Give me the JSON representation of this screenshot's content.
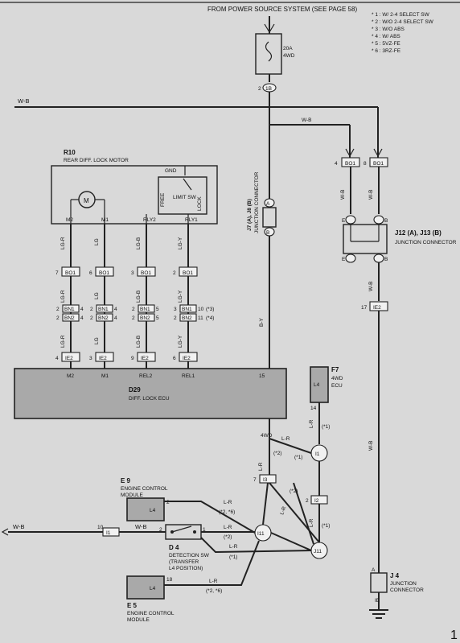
{
  "header": {
    "power_source": "FROM POWER SOURCE SYSTEM (SEE PAGE 58)"
  },
  "notes": [
    "* 1 : W/ 2-4 SELECT SW",
    "* 2 : W/O 2-4 SELECT SW",
    "* 3 : W/O ABS",
    "* 4 : W/ ABS",
    "* 5 : 5VZ-FE",
    "* 6 : 3RZ-FE"
  ],
  "fuse": {
    "rating": "20A",
    "name": "4WD"
  },
  "top_junction": {
    "pin": "2",
    "id": "1B"
  },
  "motor": {
    "id": "R10",
    "name": "REAR DIFF. LOCK MOTOR",
    "gnd": "GND",
    "limit_sw": "LIMIT SW",
    "free": "FREE",
    "lock": "LOCK",
    "symbol": "M",
    "pins": [
      "M2",
      "M1",
      "RLY2",
      "RLY1"
    ]
  },
  "wires": {
    "lg_r": "LG-R",
    "lg": "LG",
    "lg_b": "LG-B",
    "lg_y": "LG-Y",
    "w_b": "W-B",
    "b_y": "B-Y",
    "l_r": "L-R"
  },
  "rows": {
    "bo1": {
      "id": "BO1",
      "pins": [
        "7",
        "6",
        "3",
        "2"
      ],
      "right_pins": [
        "4",
        "8"
      ]
    },
    "bn": {
      "id1": "BN1",
      "id2": "BN2",
      "left": [
        "2",
        "2",
        "2",
        "2",
        "2",
        "2",
        "3",
        "2"
      ],
      "right": [
        "4",
        "4",
        "4",
        "4",
        "5",
        "5",
        "10",
        "11"
      ],
      "marks": [
        "(*3)",
        "(*4)"
      ]
    },
    "ie2": {
      "id": "IE2",
      "pins": [
        "4",
        "3",
        "9",
        "6"
      ],
      "right_pin": "17"
    }
  },
  "junction_left": {
    "label": "J7 (A), J8 (B)",
    "caption": "JUNCTION CONNECTOR",
    "a": "A",
    "b": "B"
  },
  "junction_right": {
    "label": "J12 (A), J13 (B)",
    "caption": "JUNCTION CONNECTOR",
    "e": "E",
    "b": "B"
  },
  "ecu": {
    "id": "D29",
    "name": "DIFF. LOCK ECU",
    "pins": [
      "M2",
      "M1",
      "REL2",
      "REL1",
      "4WD"
    ],
    "pin_nums": [
      "15",
      "4WD"
    ]
  },
  "f7": {
    "id": "F7",
    "name": "4WD",
    "name2": "ECU",
    "pin": "14",
    "inner": "L4"
  },
  "e9": {
    "id": "E 9",
    "name": "ENGINE CONTROL",
    "name2": "MODULE",
    "inner": "L4",
    "pin": "2",
    "mark": "(*2, *6)"
  },
  "d4": {
    "id": "D 4",
    "name": "DETECTION SW",
    "name2": "(TRANSFER",
    "name3": "L4 POSITION)",
    "pin_left": "2",
    "pin_right": "1"
  },
  "e5": {
    "id": "E 5",
    "name": "ENGINE CONTROL",
    "name2": "MODULE",
    "inner": "L4",
    "pin": "18",
    "mark": "(*2, *6)"
  },
  "i3": {
    "id": "I3",
    "pin": "7"
  },
  "i2": {
    "id": "I2",
    "pin": "2"
  },
  "i1": {
    "id": "I1",
    "pin": "10"
  },
  "circles": [
    "I1",
    "I11",
    "J11"
  ],
  "marks": {
    "m1": "(*1)",
    "m2": "(*2)",
    "m26": "(*2, *6)"
  },
  "j4": {
    "id": "J 4",
    "caption": "JUNCTION",
    "caption2": "CONNECTOR",
    "pin_a": "A",
    "ground": "IE"
  },
  "page_number": "1"
}
